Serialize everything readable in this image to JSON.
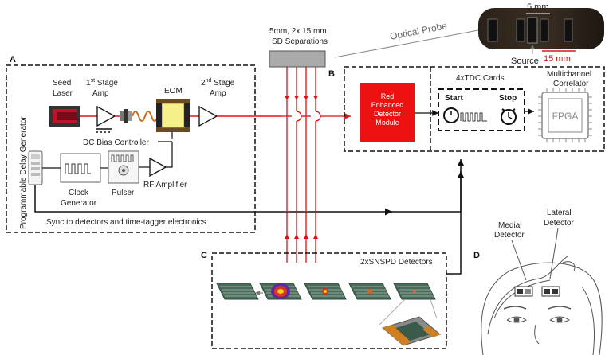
{
  "panels": {
    "a": "A",
    "b": "B",
    "c": "C",
    "d": "D"
  },
  "laser": {
    "seed": [
      "Seed",
      "Laser"
    ],
    "amp1_line1": "1",
    "amp1_sup": "st",
    "amp1_line1b": " Stage",
    "amp1_line2": "Amp",
    "eom": "EOM",
    "amp2_line1": "2",
    "amp2_sup": "nd",
    "amp2_line1b": " Stage",
    "amp2_line2": "Amp",
    "dc_bias": "DC Bias Controller",
    "clock": [
      "Clock",
      "Generator"
    ],
    "pulser": "Pulser",
    "rf_amp": "RF Amplifier",
    "delay_gen": "Programmable Delay Generator",
    "sync": "Sync to detectors and time-tagger electronics"
  },
  "separations": [
    "5mm, 2x 15 mm",
    "SD Separations"
  ],
  "optical_probe": "Optical Probe",
  "probe_photo": {
    "scale_5": "5 mm",
    "source": "Source",
    "scale_15": "15 mm"
  },
  "detector_module": [
    "Red",
    "Enhanced",
    "Detector",
    "Module"
  ],
  "tdc": {
    "title": "4xTDC Cards",
    "start": "Start",
    "stop": "Stop"
  },
  "correlator": {
    "title": [
      "Multichannel",
      "Correlator"
    ],
    "chip": "FPGA"
  },
  "snspd": "2xSNSPD Detectors",
  "head": {
    "medial": [
      "Medial",
      "Detector"
    ],
    "lateral": [
      "Lateral",
      "Detector"
    ]
  },
  "colors": {
    "signal": "#e01010",
    "module": "#ee1111",
    "scale_red": "#e01010"
  }
}
